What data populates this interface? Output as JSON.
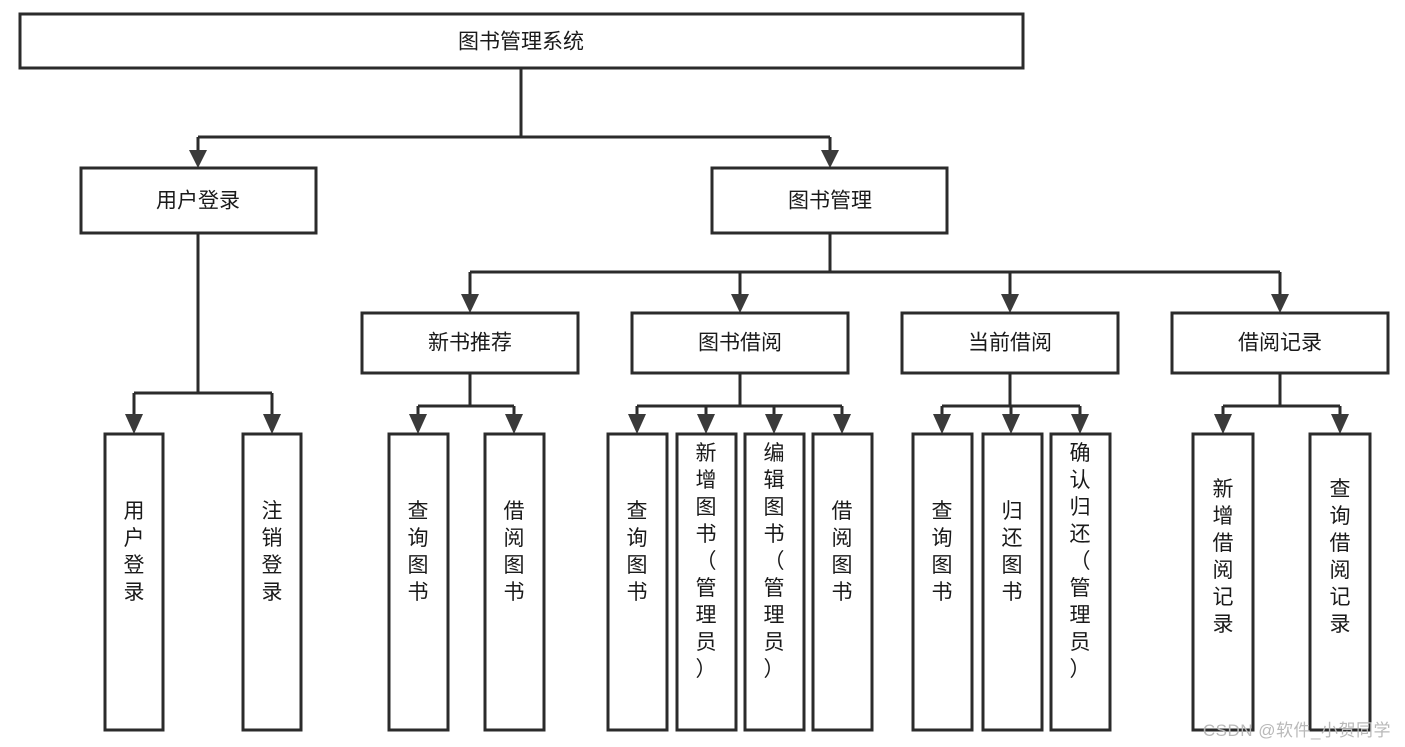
{
  "diagram": {
    "title": "图书管理系统",
    "type": "tree-hierarchy",
    "watermark": "CSDN @软件_小贺同学",
    "root": {
      "id": "root",
      "label": "图书管理系统"
    },
    "level2": [
      {
        "id": "user-login",
        "label": "用户登录"
      },
      {
        "id": "book-management",
        "label": "图书管理"
      }
    ],
    "level3": [
      {
        "id": "new-book-recommend",
        "label": "新书推荐",
        "parent": "book-management"
      },
      {
        "id": "book-borrow",
        "label": "图书借阅",
        "parent": "book-management"
      },
      {
        "id": "current-borrow",
        "label": "当前借阅",
        "parent": "book-management"
      },
      {
        "id": "borrow-record",
        "label": "借阅记录",
        "parent": "book-management"
      }
    ],
    "leaves": [
      {
        "id": "leaf-user-login",
        "label": "用户登录",
        "parent": "user-login"
      },
      {
        "id": "leaf-user-logout",
        "label": "注销登录",
        "parent": "user-login"
      },
      {
        "id": "leaf-query-book-1",
        "label": "查询图书",
        "parent": "new-book-recommend"
      },
      {
        "id": "leaf-borrow-book-1",
        "label": "借阅图书",
        "parent": "new-book-recommend"
      },
      {
        "id": "leaf-query-book-2",
        "label": "查询图书",
        "parent": "book-borrow"
      },
      {
        "id": "leaf-add-book",
        "label": "新增图书（管理员）",
        "parent": "book-borrow"
      },
      {
        "id": "leaf-edit-book",
        "label": "编辑图书（管理员）",
        "parent": "book-borrow"
      },
      {
        "id": "leaf-borrow-book-2",
        "label": "借阅图书",
        "parent": "book-borrow"
      },
      {
        "id": "leaf-query-book-3",
        "label": "查询图书",
        "parent": "current-borrow"
      },
      {
        "id": "leaf-return-book",
        "label": "归还图书",
        "parent": "current-borrow"
      },
      {
        "id": "leaf-confirm-return",
        "label": "确认归还（管理员）",
        "parent": "current-borrow"
      },
      {
        "id": "leaf-add-record",
        "label": "新增借阅记录",
        "parent": "borrow-record"
      },
      {
        "id": "leaf-query-record",
        "label": "查询借阅记录",
        "parent": "borrow-record"
      }
    ],
    "colors": {
      "box_stroke": "#2b2b2b",
      "box_fill": "#ffffff",
      "connector": "#2b2b2b",
      "text": "#1a1a1a",
      "watermark": "#b9b9b9",
      "background": "#ffffff"
    }
  }
}
